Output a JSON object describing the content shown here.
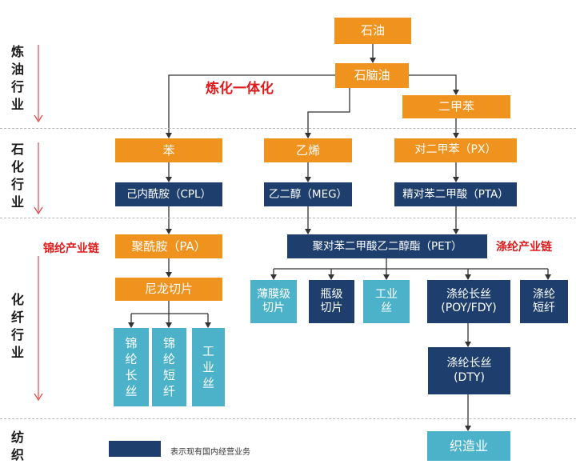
{
  "sectors": {
    "refining": "炼\n油\n行\n业",
    "petrochemical": "石\n化\n行\n业",
    "fiber": "化\n纤\n行\n业",
    "textile": "纺\n织"
  },
  "annotations": {
    "integration": "炼化一体化",
    "nylon_chain": "锦纶产业链",
    "polyester_chain": "涤纶产业链"
  },
  "nodes": {
    "crude_oil": "石油",
    "naphtha": "石脑油",
    "xylene": "二甲苯",
    "benzene": "苯",
    "ethylene": "乙烯",
    "px": "对二甲苯（PX）",
    "cpl": "己内酰胺（CPL）",
    "meg": "乙二醇（MEG）",
    "pta": "精对苯二甲酸（PTA）",
    "pa": "聚酰胺（PA）",
    "pet": "聚对苯二甲酸乙二醇酯（PET）",
    "nylon_chip": "尼龙切片",
    "film_chip": "薄膜级\n切片",
    "bottle_chip": "瓶级\n切片",
    "industrial_yarn": "工业\n丝",
    "poy_fdy": "涤纶长丝\n(POY/FDY)",
    "polyester_staple": "涤纶\n短纤",
    "nylon_filament": [
      "锦",
      "纶",
      "长",
      "丝"
    ],
    "nylon_staple": [
      "锦",
      "纶",
      "短",
      "纤"
    ],
    "nylon_industrial": [
      "工",
      "业",
      "丝"
    ],
    "dty": "涤纶长丝\n(DTY)",
    "weaving": "织造业"
  },
  "legend": {
    "text": "表示现有国内经营业务",
    "color": "#1e3f6e"
  },
  "colors": {
    "orange": "#f0921e",
    "navy": "#1e3f6e",
    "teal": "#4cb2c9",
    "red": "#e0191a"
  }
}
